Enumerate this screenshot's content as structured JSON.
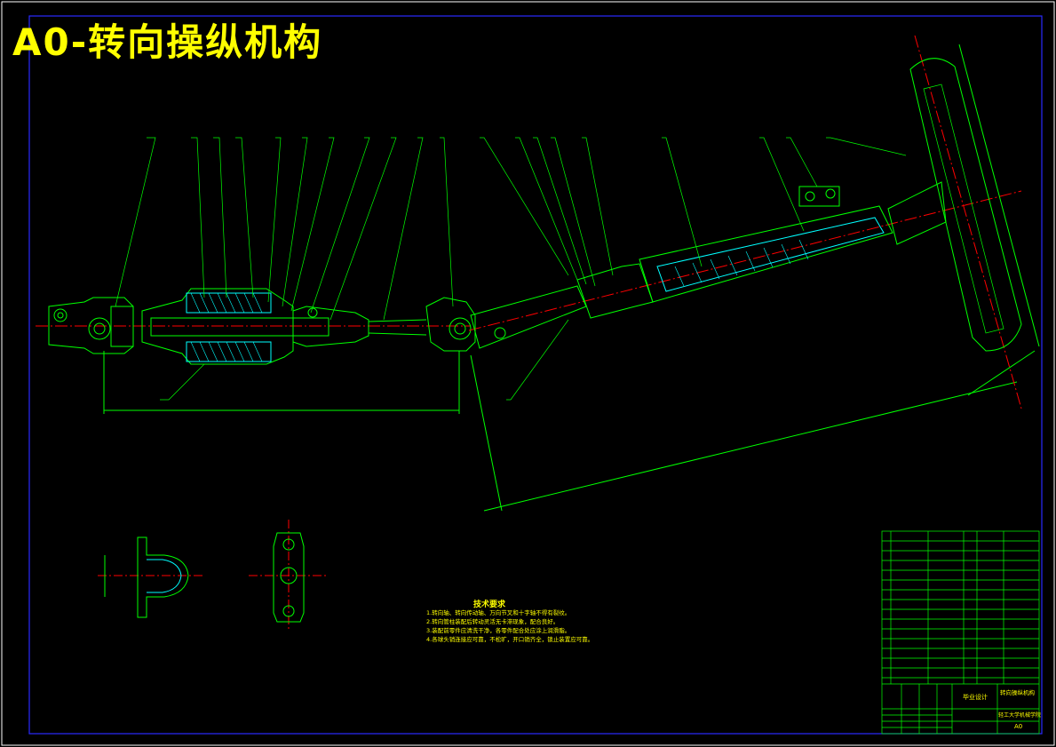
{
  "title": "A0-转向操纵机构",
  "technical_requirements": {
    "heading": "技术要求",
    "lines": [
      "1.转向轴、转向传动轴、万向节叉和十字轴不得有裂纹。",
      "2.转向管柱装配后转动灵活无卡滞现象，配合良好。",
      "3.装配前零件应清洗干净，各零件配合处应涂上润滑脂。",
      "4.各球头销连接应可靠，不松旷，开口销齐全，锁止装置应可靠。"
    ]
  },
  "title_block": {
    "design_label": "毕业设计",
    "drawing_name": "转向操纵机构",
    "school": "轻工大学机械学院",
    "sheet_size": "A0"
  },
  "colors": {
    "background": "#000000",
    "title": "#ffff00",
    "outline": "#00ff00",
    "hatch": "#00ffff",
    "centerline": "#ff0000",
    "frame": "#0000ff",
    "border": "#ffffff"
  }
}
